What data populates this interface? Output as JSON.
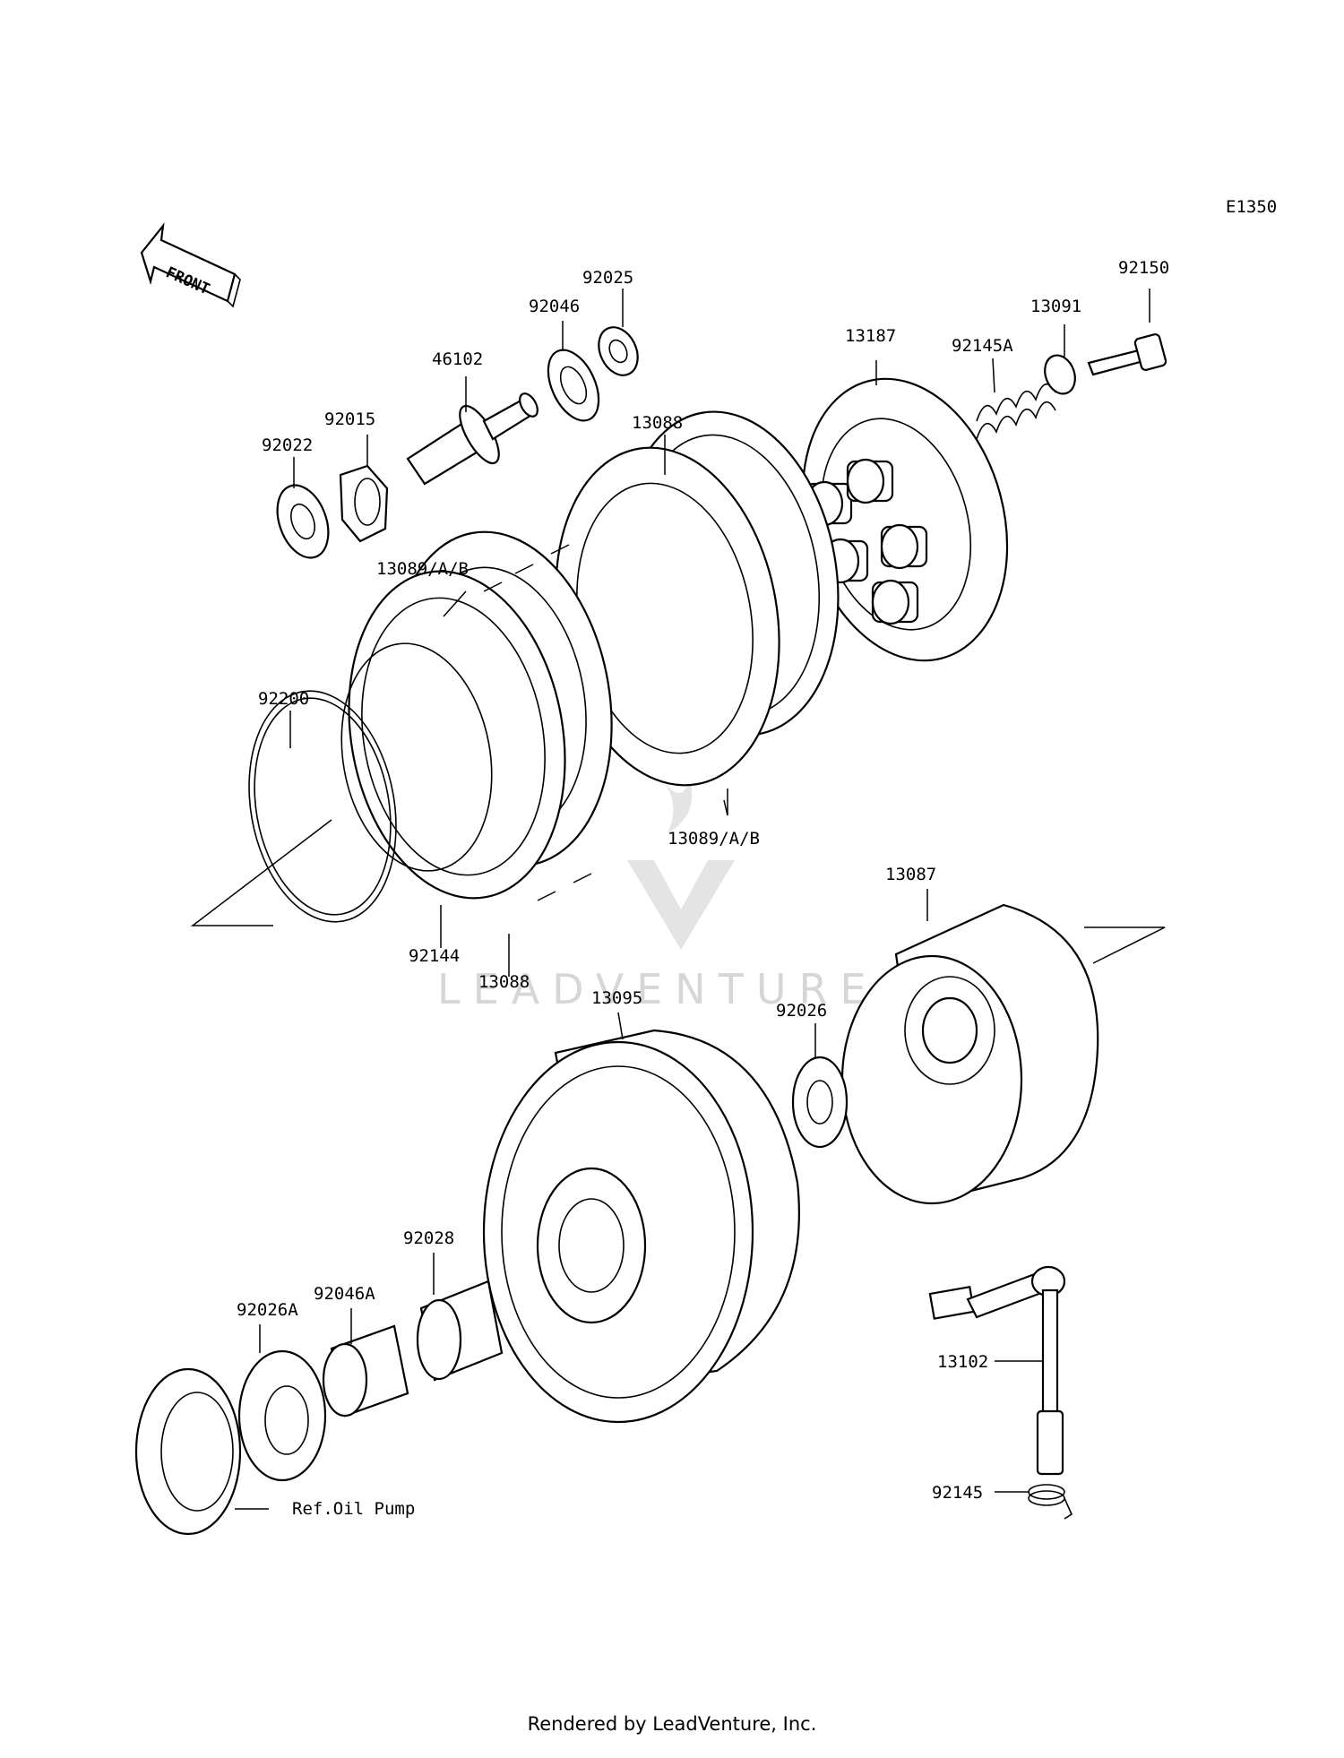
{
  "diagram_id": "E1350",
  "front_label": "FRONT",
  "watermark": "LEADVENTURE",
  "footer": "Rendered by LeadVenture, Inc.",
  "parts": {
    "p92150": "92150",
    "p13091": "13091",
    "p92145A": "92145A",
    "p13187": "13187",
    "p92025": "92025",
    "p92046": "92046",
    "p46102": "46102",
    "p92015": "92015",
    "p92022": "92022",
    "p13088_top": "13088",
    "p13089_top": "13089/A/B",
    "p92200": "92200",
    "p13089_bottom": "13089/A/B",
    "p13087": "13087",
    "p92144": "92144",
    "p13088_bottom": "13088",
    "p13095": "13095",
    "p92026": "92026",
    "p92028": "92028",
    "p92046A": "92046A",
    "p92026A": "92026A",
    "ref_oil_pump": "Ref.Oil Pump",
    "p13102": "13102",
    "p92145": "92145"
  }
}
